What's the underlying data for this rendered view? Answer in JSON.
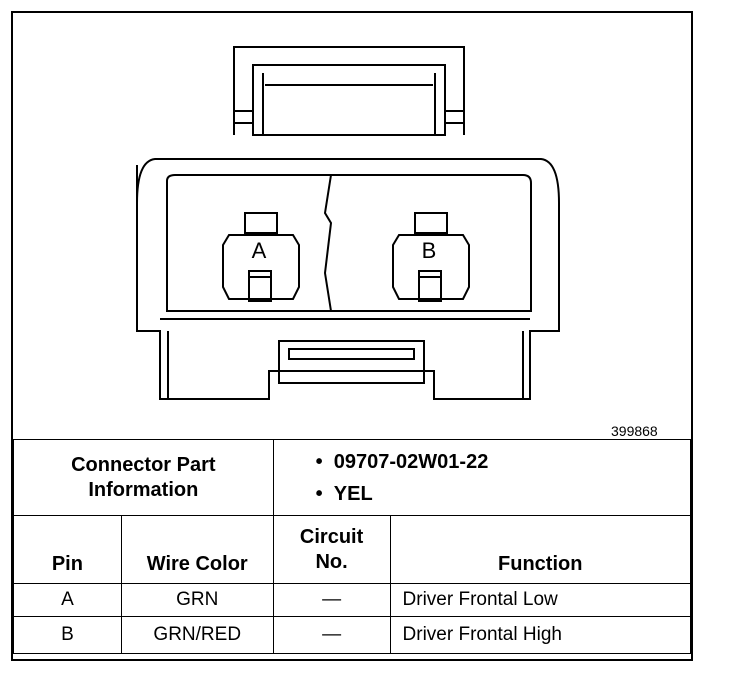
{
  "diagram": {
    "figure_number": "399868",
    "pins": [
      {
        "label": "A"
      },
      {
        "label": "B"
      }
    ]
  },
  "part_info": {
    "title_line1": "Connector Part",
    "title_line2": "Information",
    "bullets": [
      "09707-02W01-22",
      "YEL"
    ]
  },
  "table": {
    "headers": {
      "pin": "Pin",
      "wire_color": "Wire Color",
      "circuit_line1": "Circuit",
      "circuit_line2": "No.",
      "function": "Function"
    },
    "rows": [
      {
        "pin": "A",
        "wire_color": "GRN",
        "circuit": "—",
        "function": "Driver Frontal Low"
      },
      {
        "pin": "B",
        "wire_color": "GRN/RED",
        "circuit": "—",
        "function": "Driver Frontal High"
      }
    ]
  }
}
